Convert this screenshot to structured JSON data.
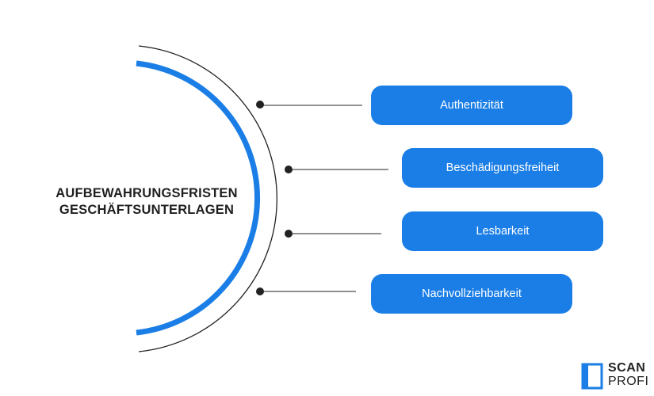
{
  "title": {
    "line1": "AUFBEWAHRUNGSFRISTEN",
    "line2": "GESCHÄFTSUNTERLAGEN"
  },
  "items": [
    {
      "label": "Authentizität"
    },
    {
      "label": "Beschädigungsfreiheit"
    },
    {
      "label": "Lesbarkeit"
    },
    {
      "label": "Nachvollziehbarkeit"
    }
  ],
  "logo": {
    "line1": "SCAN",
    "line2": "PROFI"
  },
  "colors": {
    "accent": "#1a7ee6",
    "pill": "#1a7ee6",
    "line": "#222222",
    "text": "#1f1f1f"
  },
  "icons": {
    "logo": "document-frame-icon"
  }
}
